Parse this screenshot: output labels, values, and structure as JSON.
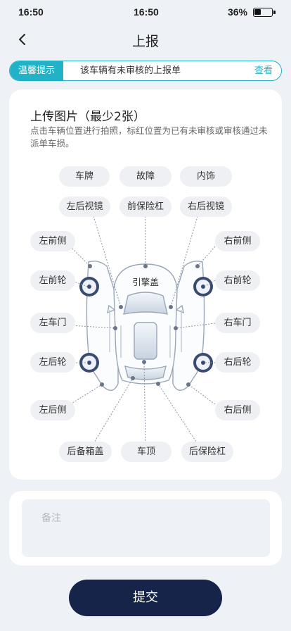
{
  "status_bar": {
    "time_left": "16:50",
    "time_center": "16:50",
    "battery": "36%",
    "battery_level": 0.36
  },
  "nav": {
    "title": "上报",
    "back_icon": "chevron-left-icon"
  },
  "notice": {
    "tag": "温馨提示",
    "message": "该车辆有未审核的上报单",
    "link": "查看"
  },
  "upload": {
    "title": "上传图片（最少2张）",
    "description": "点击车辆位置进行拍照，标红位置为已有未审核或审核通过未派单车损。",
    "car_center_label": "引擎盖",
    "parts": {
      "license_plate": "车牌",
      "fault": "故障",
      "interior": "内饰",
      "left_rear_mirror": "左后视镜",
      "front_bumper": "前保险杠",
      "right_rear_mirror": "右后视镜",
      "left_front_side": "左前侧",
      "right_front_side": "右前侧",
      "left_front_wheel": "左前轮",
      "right_front_wheel": "右前轮",
      "left_door": "左车门",
      "right_door": "右车门",
      "left_rear_wheel": "左后轮",
      "right_rear_wheel": "右后轮",
      "left_rear_side": "左后侧",
      "right_rear_side": "右后侧",
      "trunk": "后备箱盖",
      "roof": "车顶",
      "rear_bumper": "后保险杠"
    }
  },
  "remark": {
    "placeholder": "备注"
  },
  "submit_label": "提交",
  "colors": {
    "accent": "#22b2c8",
    "primary": "#162449",
    "chip_bg": "#eef0f3",
    "page_bg": "#eef1f5"
  }
}
